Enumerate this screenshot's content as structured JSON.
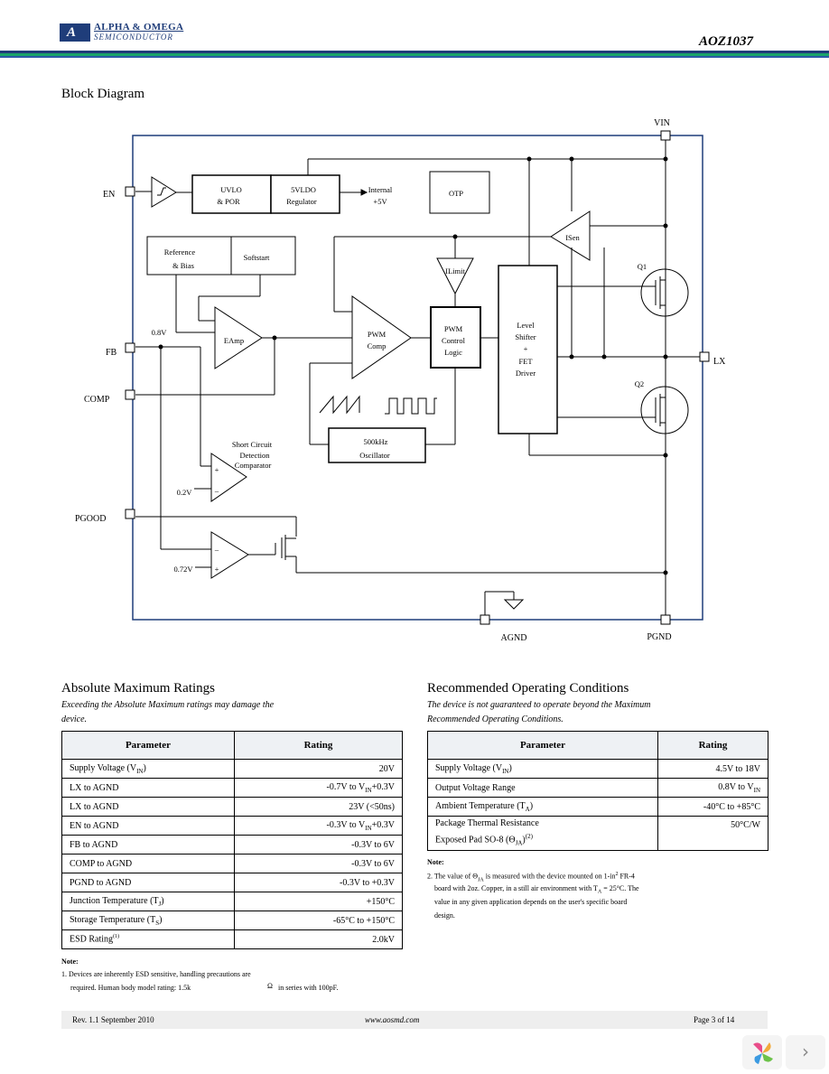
{
  "header": {
    "logo_mark": "A",
    "company_line1": "ALPHA & OMEGA",
    "company_line2": "SEMICONDUCTOR",
    "part_number": "AOZ1037"
  },
  "block_diagram": {
    "title": "Block Diagram",
    "pins": {
      "vin": "VIN",
      "en": "EN",
      "fb": "FB",
      "comp": "COMP",
      "pgood": "PGOOD",
      "lx": "LX",
      "agnd": "AGND",
      "pgnd": "PGND"
    },
    "blocks": {
      "uvlo_1": "UVLO",
      "uvlo_2": "& POR",
      "ldo_1": "5VLDO",
      "ldo_2": "Regulator",
      "internal_1": "Internal",
      "internal_2": "+5V",
      "otp": "OTP",
      "ref_1": "Reference",
      "ref_2": "& Bias",
      "softstart": "Softstart",
      "isen": "ISen",
      "ilimit": "ILimit",
      "eamp": "EAmp",
      "pwm_comp_1": "PWM",
      "pwm_comp_2": "Comp",
      "pwm_logic_1": "PWM",
      "pwm_logic_2": "Control",
      "pwm_logic_3": "Logic",
      "ls_1": "Level",
      "ls_2": "Shifter",
      "ls_3": "+",
      "ls_4": "FET",
      "ls_5": "Driver",
      "q1": "Q1",
      "q2": "Q2",
      "osc_1": "500kHz",
      "osc_2": "Oscillator",
      "scd_1": "Short Circuit",
      "scd_2": "Detection",
      "scd_3": "Comparator",
      "v08": "0.8V",
      "v02": "0.2V",
      "v072": "0.72V",
      "plus": "+",
      "minus": "–"
    }
  },
  "abs_max": {
    "title": "Absolute Maximum Ratings",
    "subtitle_1": "Exceeding the Absolute Maximum ratings may damage the",
    "subtitle_2": "device.",
    "headers": [
      "Parameter",
      "Rating"
    ],
    "rows": [
      {
        "param": "Supply Voltage (V",
        "sub": "IN",
        "tail": ")",
        "rating": "20V"
      },
      {
        "param": "LX to AGND",
        "sub": "",
        "tail": "",
        "rating": "-0.7V to V",
        "rsub": "IN",
        "rtail": "+0.3V"
      },
      {
        "param": "LX to AGND",
        "sub": "",
        "tail": "",
        "rating": "23V (<50ns)"
      },
      {
        "param": "EN to AGND",
        "sub": "",
        "tail": "",
        "rating": "-0.3V to V",
        "rsub": "IN",
        "rtail": "+0.3V"
      },
      {
        "param": "FB to AGND",
        "sub": "",
        "tail": "",
        "rating": "-0.3V to 6V"
      },
      {
        "param": "COMP to AGND",
        "sub": "",
        "tail": "",
        "rating": "-0.3V to 6V"
      },
      {
        "param": "PGND to AGND",
        "sub": "",
        "tail": "",
        "rating": "-0.3V to +0.3V"
      },
      {
        "param": "Junction Temperature (T",
        "sub": "J",
        "tail": ")",
        "rating": "+150°C"
      },
      {
        "param": "Storage Temperature (T",
        "sub": "S",
        "tail": ")",
        "rating": "-65°C to +150°C"
      },
      {
        "param": "ESD Rating",
        "sup": "(1)",
        "sub": "",
        "tail": "",
        "rating": "2.0kV"
      }
    ],
    "note_title": "Note:",
    "note_1": "1. Devices are inherently ESD sensitive, handling precautions are",
    "note_2": "required. Human body model rating: 1.5k",
    "note_omega": "Ω",
    "note_3": "in series with 100pF."
  },
  "rec_op": {
    "title": "Recommended Operating Conditions",
    "subtitle_1": "The device is not guaranteed to operate beyond the Maximum",
    "subtitle_2": "Recommended Operating Conditions.",
    "headers": [
      "Parameter",
      "Rating"
    ],
    "rows": [
      {
        "param": "Supply Voltage (V",
        "sub": "IN",
        "tail": ")",
        "rating": "4.5V to 18V"
      },
      {
        "param": "Output Voltage Range",
        "sub": "",
        "tail": "",
        "rating": "0.8V to V",
        "rsub": "IN"
      },
      {
        "param": "Ambient Temperature (T",
        "sub": "A",
        "tail": ")",
        "rating": "-40°C to +85°C"
      }
    ],
    "thermal_1": "Package Thermal Resistance",
    "thermal_2": "Exposed Pad SO-8 (",
    "thermal_theta": "Θ",
    "thermal_sub": "JA",
    "thermal_tail": ")",
    "thermal_sup": "(2)",
    "thermal_rating": "50°C/W",
    "note_title": "Note:",
    "note_1a": "2. The value of",
    "note_1b": "Θ",
    "note_1c": "JA",
    "note_1d": "is measured with the device mounted on 1-in",
    "note_1e": "2",
    "note_1f": "FR-4",
    "note_2a": "board with 2oz. Copper, in a still air environment with T",
    "note_2b": "A",
    "note_2c": "= 25°C. The",
    "note_3": "value in any given application depends on the user's specific board",
    "note_4": "design."
  },
  "footer": {
    "rev": "Rev. 1.1 September 2010",
    "url": "www.aosmd.com",
    "page": "Page 3 of 14"
  },
  "viewer": {
    "next_icon": "›"
  }
}
